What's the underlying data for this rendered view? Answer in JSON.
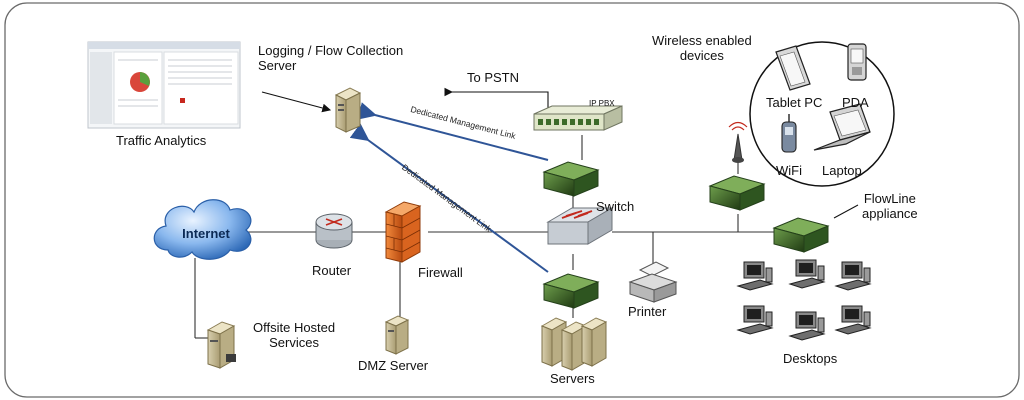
{
  "labels": {
    "logging_server": "Logging / Flow Collection\nServer",
    "to_pstn": "To PSTN",
    "ip_pbx": "IP PBX",
    "traffic_analytics": "Traffic Analytics",
    "wireless_devices": "Wireless enabled\ndevices",
    "tablet_pc": "Tablet PC",
    "pda": "PDA",
    "wifi": "WiFi",
    "laptop": "Laptop",
    "switch": "Switch",
    "flowline_appliance": "FlowLine\nappliance",
    "internet": "Internet",
    "router": "Router",
    "firewall": "Firewall",
    "printer": "Printer",
    "offsite_services": "Offsite Hosted\nServices",
    "dmz_server": "DMZ Server",
    "servers": "Servers",
    "desktops": "Desktops",
    "mgmt_link_1": "Dedicated Management Link",
    "mgmt_link_2": "Dedicated Management Link"
  },
  "colors": {
    "frame": "#555555",
    "link": "#2f5597",
    "line": "#333333",
    "cloud": "#3a79c8",
    "appliance": "#3f6b2a"
  }
}
